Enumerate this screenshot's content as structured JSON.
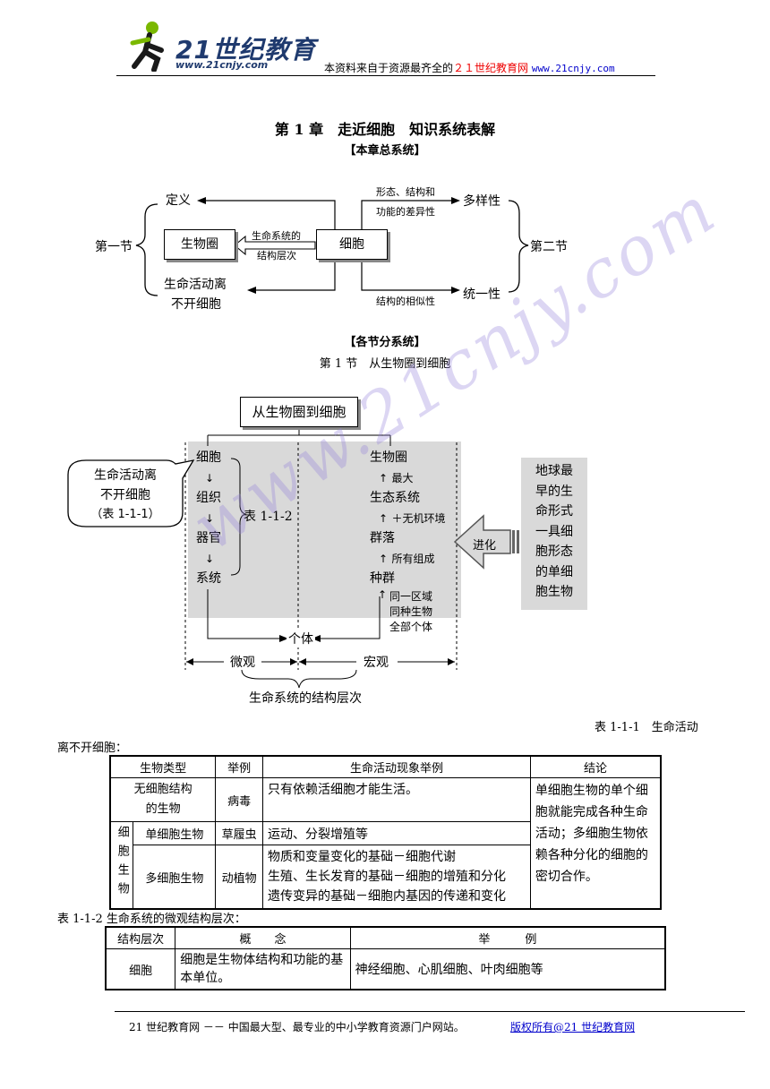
{
  "header": {
    "logo_big": "21世纪教育",
    "logo_url": "www.21cnjy.com",
    "source_prefix": "本资料来自于资源最齐全的",
    "source_site": "２１世纪教育网",
    "source_url": "www.21cnjy.com"
  },
  "watermark": "www.21cnjy.com",
  "title": "第 1 章　走近细胞　知识系统表解",
  "section1": "【本章总系统】",
  "diagram1": {
    "left_bracket_label": "第一节",
    "right_bracket_label": "第二节",
    "definition": "定义",
    "biosphere": "生物圈",
    "cell": "细胞",
    "arrow_top": "生命系统的",
    "arrow_bottom": "结构层次",
    "life_line1": "生命活动离",
    "life_line2": "不开细胞",
    "upper_label1": "形态、结构和",
    "upper_label2": "功能的差异性",
    "diversity": "多样性",
    "lower_label": "结构的相似性",
    "unity": "统一性"
  },
  "section2": "【各节分系统】",
  "section2_sub": "第 1 节　从生物圈到细胞",
  "diagram2": {
    "top_box": "从生物圈到细胞",
    "callout_1": "生命活动离",
    "callout_2": "不开细胞",
    "callout_3": "（表 1-1-1）",
    "micro_items": [
      "细胞",
      "组织",
      "器官",
      "系统"
    ],
    "down_arrow": "↓",
    "micro_ref": "表 1-1-2",
    "macro_items": [
      "生物圈",
      "生态系统",
      "群落",
      "种群"
    ],
    "up_arrow": "↑",
    "macro_label_1": "最大",
    "macro_label_2": "＋无机环境",
    "macro_label_3": "所有组成",
    "macro_label_4a": "同一区域",
    "macro_label_4b": "同种生物",
    "macro_label_4c": "全部个体",
    "individual": "个体",
    "micro": "微观",
    "macro": "宏观",
    "bottom_label": "生命系统的结构层次",
    "evolution": "进化",
    "right_box": [
      "地球最",
      "早的生",
      "命形式",
      "一具细",
      "胞形态",
      "的单细",
      "胞生物"
    ]
  },
  "table1_caption_right": "表  1-1-1　生命活动",
  "table1_caption_left": "离不开细胞：",
  "table1": {
    "headers": [
      "生物类型",
      "举例",
      "生命活动现象举例",
      "结论"
    ],
    "row1_type_a": "无细胞结构",
    "row1_type_b": "的生物",
    "row1_example": "病毒",
    "row1_phenomenon": "只有依赖活细胞才能生活。",
    "conclusion": "单细胞生物的单个细胞就能完成各种生命活动；多细胞生物依赖各种分化的细胞的密切合作。",
    "cell_org_label": "细胞生物",
    "row2_type": "单细胞生物",
    "row2_example": "草履虫",
    "row2_phenomenon": "运动、分裂增殖等",
    "row3_type": "多细胞生物",
    "row3_example": "动植物",
    "row3_phen_1": "物质和变量变化的基础－细胞代谢",
    "row3_phen_2": "生殖、生长发育的基础－细胞的增殖和分化",
    "row3_phen_3": "遗传变异的基础－细胞内基因的传递和变化"
  },
  "table2_caption": "表 1-1-2 生命系统的微观结构层次：",
  "table2": {
    "headers": [
      "结构层次",
      "概　　念",
      "举　　　例"
    ],
    "row1": [
      "细胞",
      "细胞是生物体结构和功能的基本单位。",
      "神经细胞、心肌细胞、叶肉细胞等"
    ]
  },
  "footer": {
    "left": "21 世纪教育网 －－ 中国最大型、最专业的中小学教育资源门户网站。",
    "right": "版权所有@21 世纪教育网"
  }
}
